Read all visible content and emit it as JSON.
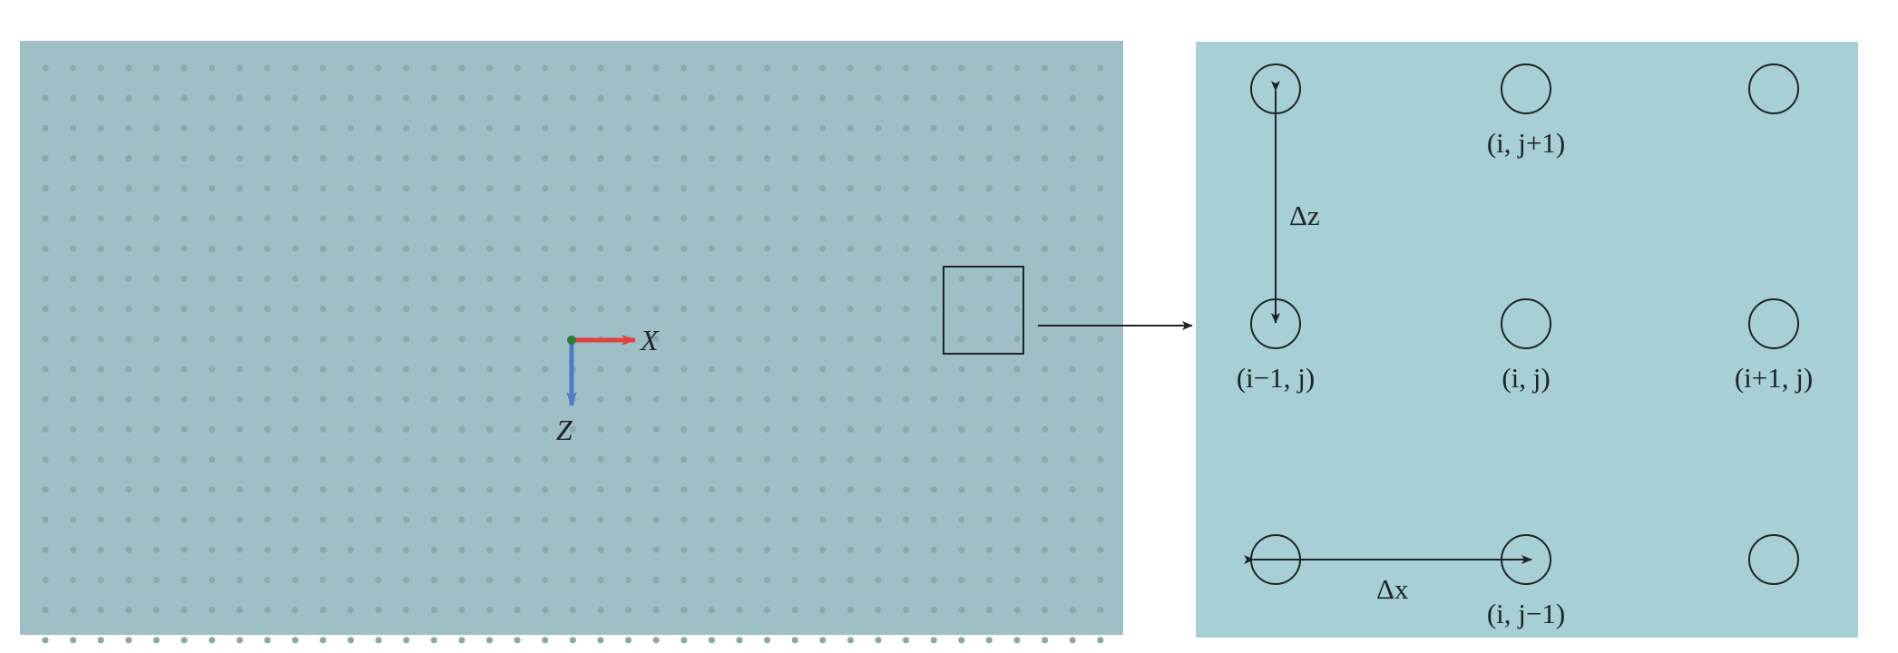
{
  "left_panel": {
    "background": "#9fbfc7",
    "dot_color": "#8aa9ae",
    "dot_grid": {
      "columns": 39,
      "rows": 20
    },
    "axes": {
      "x_label": "X",
      "z_label": "Z",
      "x_color": "#e04040",
      "z_color": "#4a7cc8",
      "origin_color": "#2f7a3a"
    }
  },
  "right_panel": {
    "background": "#a6d0d5",
    "nodes": [
      {
        "label": "",
        "col": 0,
        "row": 0
      },
      {
        "label": "(i, j+1)",
        "col": 1,
        "row": 0
      },
      {
        "label": "",
        "col": 2,
        "row": 0
      },
      {
        "label": "(i−1, j)",
        "col": 0,
        "row": 1
      },
      {
        "label": "(i, j)",
        "col": 1,
        "row": 1
      },
      {
        "label": "(i+1, j)",
        "col": 2,
        "row": 1
      },
      {
        "label": "",
        "col": 0,
        "row": 2
      },
      {
        "label": "(i, j−1)",
        "col": 1,
        "row": 2
      },
      {
        "label": "",
        "col": 2,
        "row": 2
      }
    ],
    "dz_label": "Δz",
    "dx_label": "Δx"
  }
}
